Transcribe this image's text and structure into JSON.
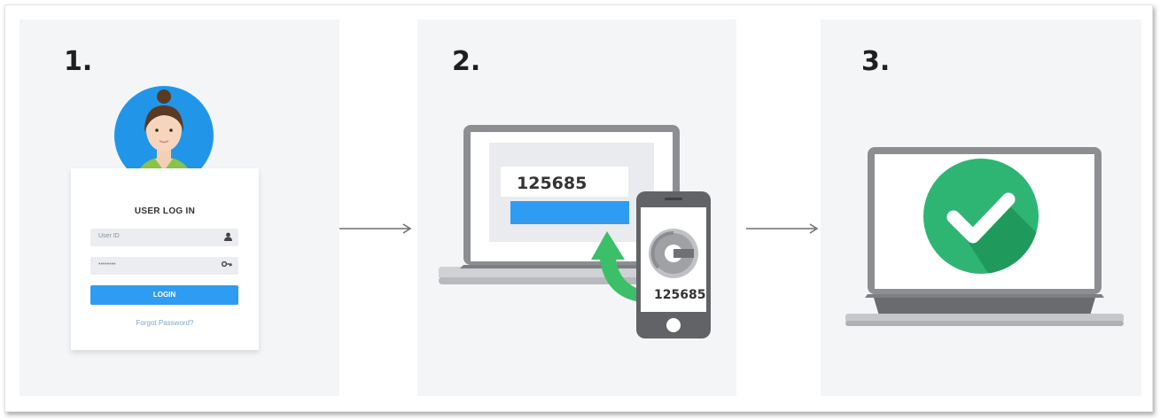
{
  "steps": [
    {
      "number": "1."
    },
    {
      "number": "2."
    },
    {
      "number": "3."
    }
  ],
  "login": {
    "title": "USER LOG IN",
    "user_placeholder": "User ID",
    "password_placeholder": "••••••••",
    "button_label": "LOGIN",
    "forgot_link": "Forgot Password?"
  },
  "verification": {
    "laptop_code": "125685",
    "phone_code": "125685"
  },
  "colors": {
    "panel_bg": "#f3f5f7",
    "primary_blue": "#2e9cf2",
    "success_green": "#2fb573",
    "arrow_green": "#3bbf68",
    "device_gray": "#8b8c8f"
  },
  "icons": {
    "user_field": "user-icon",
    "password_field": "key-icon",
    "flow_arrows": "arrow-right-icon",
    "authenticator": "authenticator-app-icon",
    "success": "checkmark-icon"
  }
}
